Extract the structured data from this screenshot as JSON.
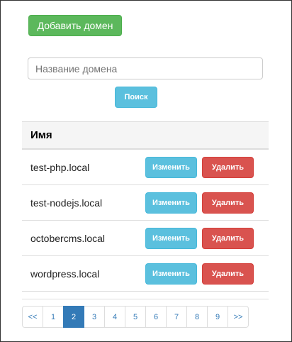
{
  "toolbar": {
    "add_domain_label": "Добавить домен"
  },
  "search": {
    "placeholder": "Название домена",
    "value": "",
    "button_label": "Поиск"
  },
  "table": {
    "header_name": "Имя",
    "edit_label": "Изменить",
    "delete_label": "Удалить",
    "rows": [
      {
        "name": "test-php.local"
      },
      {
        "name": "test-nodejs.local"
      },
      {
        "name": "octobercms.local"
      },
      {
        "name": "wordpress.local"
      }
    ]
  },
  "pagination": {
    "prev_label": "<<",
    "next_label": ">>",
    "pages": [
      "1",
      "2",
      "3",
      "4",
      "5",
      "6",
      "7",
      "8",
      "9"
    ],
    "active_page": "2"
  },
  "colors": {
    "success": "#5cb85c",
    "info": "#5bc0de",
    "danger": "#d9534f",
    "primary": "#337ab7"
  }
}
